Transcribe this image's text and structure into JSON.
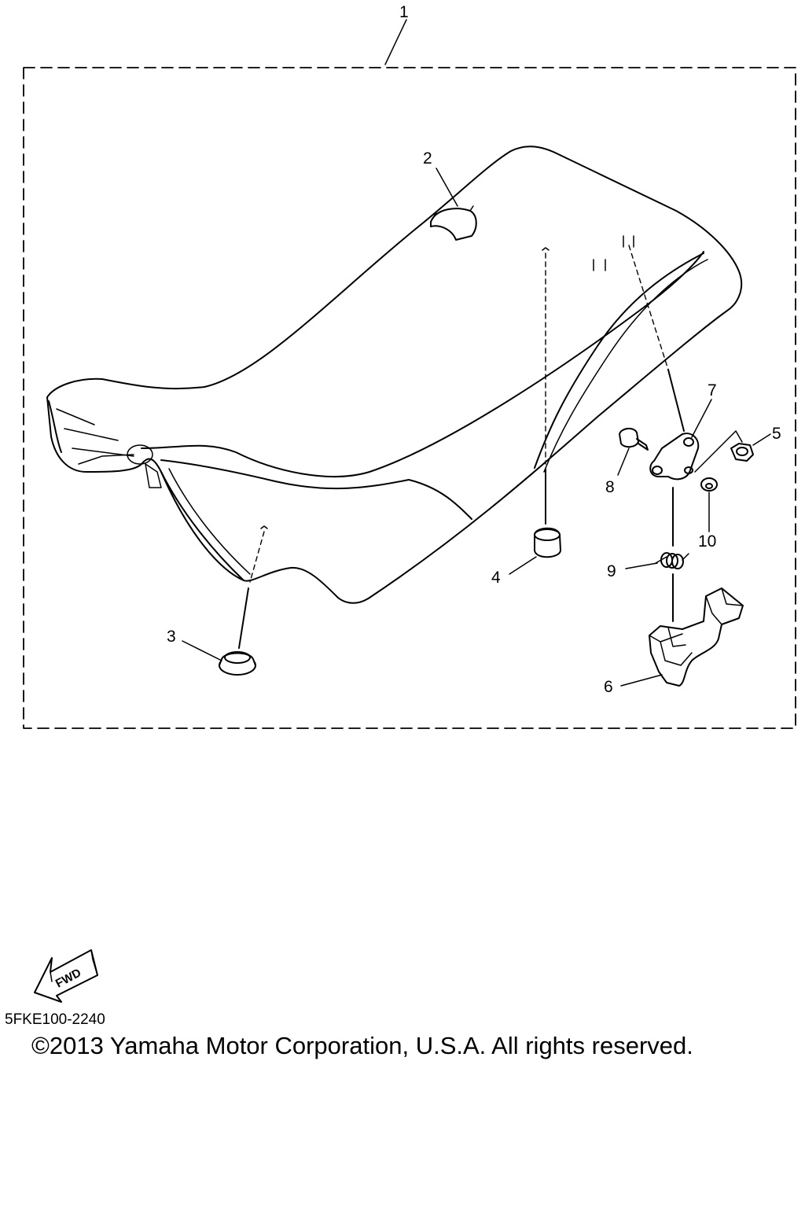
{
  "callouts": [
    {
      "id": "1",
      "label": "1"
    },
    {
      "id": "2",
      "label": "2"
    },
    {
      "id": "3",
      "label": "3"
    },
    {
      "id": "4",
      "label": "4"
    },
    {
      "id": "5",
      "label": "5"
    },
    {
      "id": "6",
      "label": "6"
    },
    {
      "id": "7",
      "label": "7"
    },
    {
      "id": "8",
      "label": "8"
    },
    {
      "id": "9",
      "label": "9"
    },
    {
      "id": "10",
      "label": "10"
    }
  ],
  "fwd_label": "FWD",
  "part_code": "5FKE100-2240",
  "copyright": "©2013 Yamaha Motor Corporation, U.S.A. All rights reserved."
}
